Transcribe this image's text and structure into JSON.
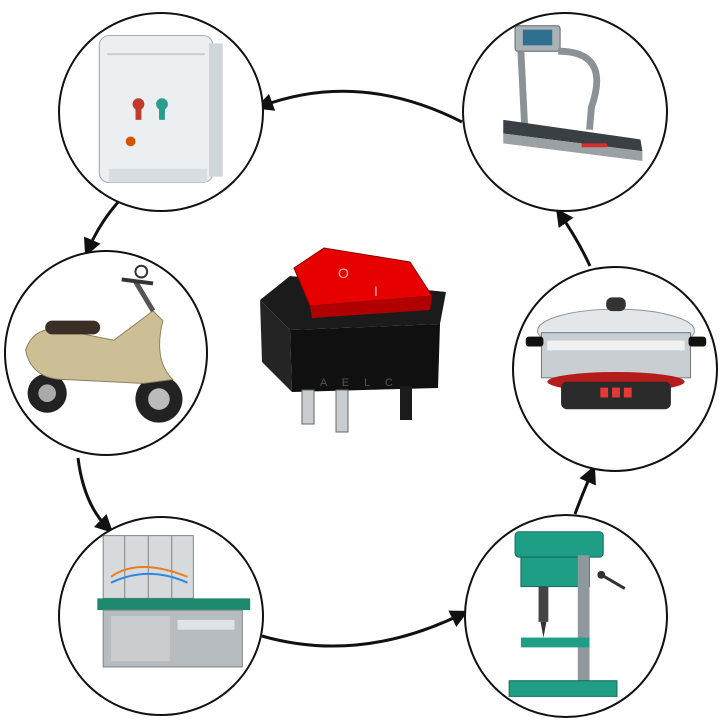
{
  "switch": {
    "on_symbol": "O",
    "off_symbol": "I",
    "terminal_marks": "A E L C",
    "rocker_color": "#e60000",
    "body_color": "#1b1b1b"
  },
  "appliances": [
    {
      "icon": "water-dispenser-icon"
    },
    {
      "icon": "treadmill-icon"
    },
    {
      "icon": "scooter-icon"
    },
    {
      "icon": "electric-hotpot-icon"
    },
    {
      "icon": "test-bench-icon"
    },
    {
      "icon": "drill-press-icon"
    }
  ],
  "colors": {
    "stroke": "#111111",
    "drill_green": "#1f9e86",
    "bench_green": "#1d8a6d",
    "scooter_beige": "#cdbf95"
  }
}
